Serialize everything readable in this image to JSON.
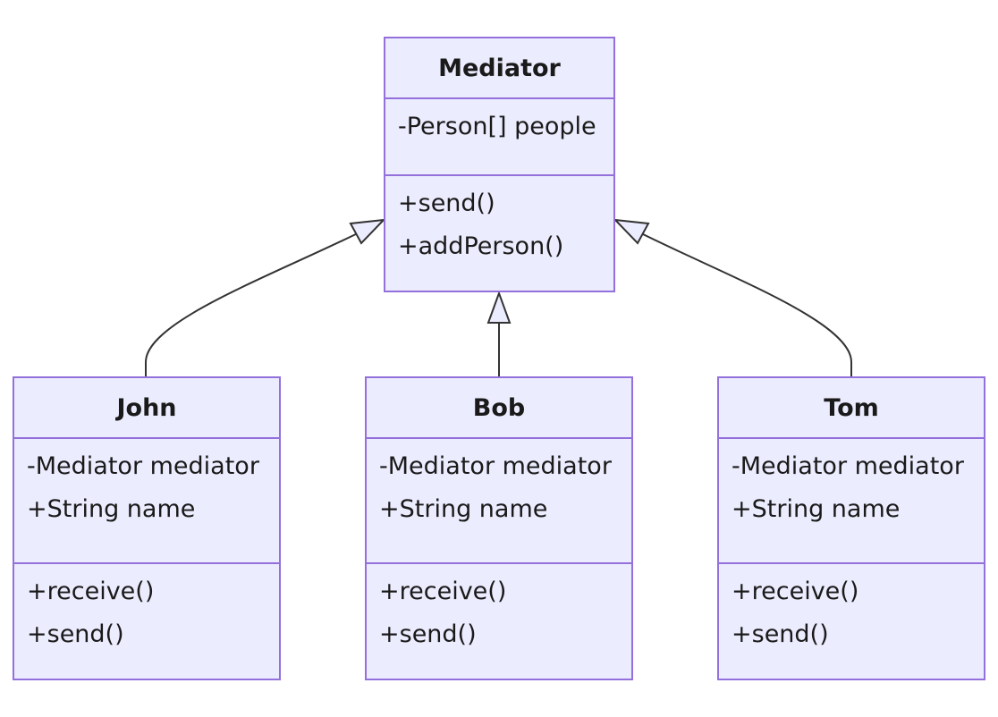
{
  "diagram": {
    "type": "uml-class-diagram",
    "colors": {
      "box_fill": "#ececff",
      "box_border": "#9370db",
      "edge": "#333333",
      "text": "#1a1a1a"
    },
    "classes": {
      "mediator": {
        "name": "Mediator",
        "attributes": [
          "-Person[] people"
        ],
        "methods": [
          "+send()",
          "+addPerson()"
        ]
      },
      "john": {
        "name": "John",
        "attributes": [
          "-Mediator mediator",
          "+String name"
        ],
        "methods": [
          "+receive()",
          "+send()"
        ]
      },
      "bob": {
        "name": "Bob",
        "attributes": [
          "-Mediator mediator",
          "+String name"
        ],
        "methods": [
          "+receive()",
          "+send()"
        ]
      },
      "tom": {
        "name": "Tom",
        "attributes": [
          "-Mediator mediator",
          "+String name"
        ],
        "methods": [
          "+receive()",
          "+send()"
        ]
      }
    },
    "relations": [
      {
        "from": "John",
        "to": "Mediator",
        "kind": "inheritance"
      },
      {
        "from": "Bob",
        "to": "Mediator",
        "kind": "inheritance"
      },
      {
        "from": "Tom",
        "to": "Mediator",
        "kind": "inheritance"
      }
    ]
  }
}
